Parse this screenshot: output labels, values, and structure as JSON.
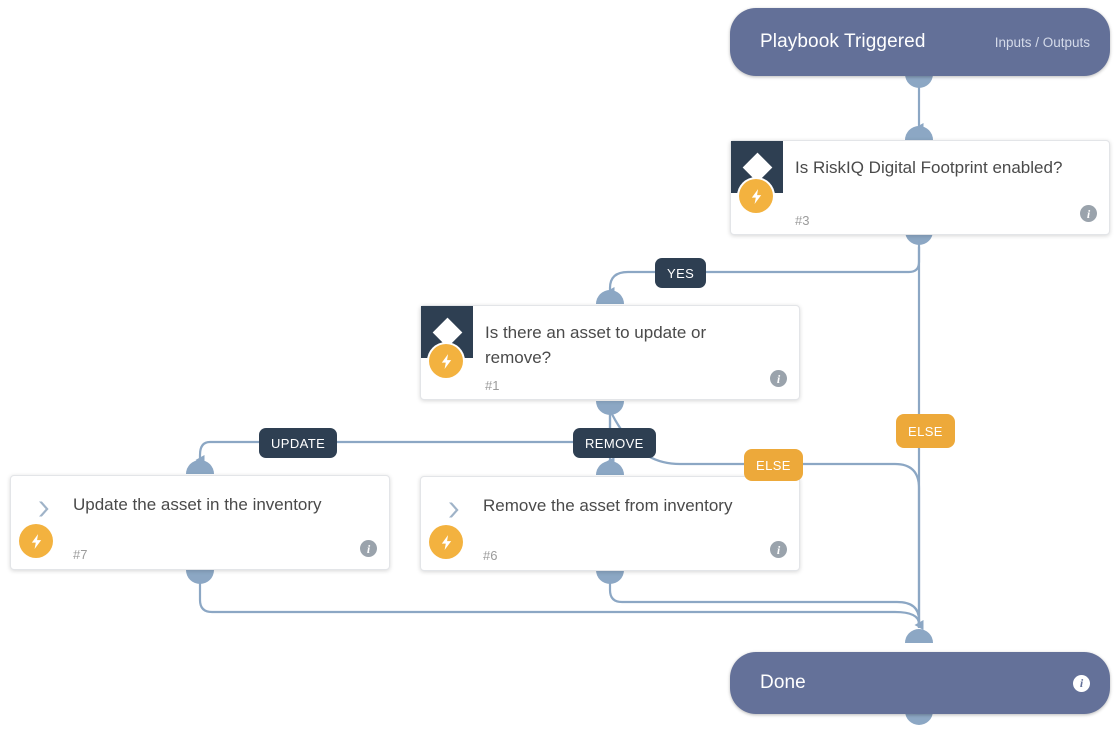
{
  "diagram": {
    "type": "playbook-workflow",
    "colors": {
      "terminal": "#647199",
      "decision_badge": "#2e3f52",
      "bolt": "#f3b23f",
      "edge": "#8ca7c4",
      "label_dark": "#2e3f52",
      "label_amber": "#eda93a",
      "card_text": "#4a4a4a"
    },
    "start": {
      "title": "Playbook Triggered",
      "io_label": "Inputs / Outputs"
    },
    "end": {
      "title": "Done"
    },
    "nodes": [
      {
        "id": "n3",
        "kind": "decision",
        "title": "Is RiskIQ Digital Footprint enabled?",
        "number": "#3",
        "icon": "diamond-icon",
        "badge": "lightning-bolt-icon",
        "info": "info-icon"
      },
      {
        "id": "n1",
        "kind": "decision",
        "title": "Is there an asset to update or remove?",
        "number": "#1",
        "icon": "diamond-icon",
        "badge": "lightning-bolt-icon",
        "info": "info-icon"
      },
      {
        "id": "n7",
        "kind": "action",
        "title": "Update the asset in the inventory",
        "number": "#7",
        "icon": "chevron-right-icon",
        "badge": "lightning-bolt-icon",
        "info": "info-icon"
      },
      {
        "id": "n6",
        "kind": "action",
        "title": "Remove the asset from inventory",
        "number": "#6",
        "icon": "chevron-right-icon",
        "badge": "lightning-bolt-icon",
        "info": "info-icon"
      }
    ],
    "edge_labels": {
      "yes": "YES",
      "update": "UPDATE",
      "remove": "REMOVE",
      "else_right": "ELSE",
      "else_mid": "ELSE"
    }
  }
}
